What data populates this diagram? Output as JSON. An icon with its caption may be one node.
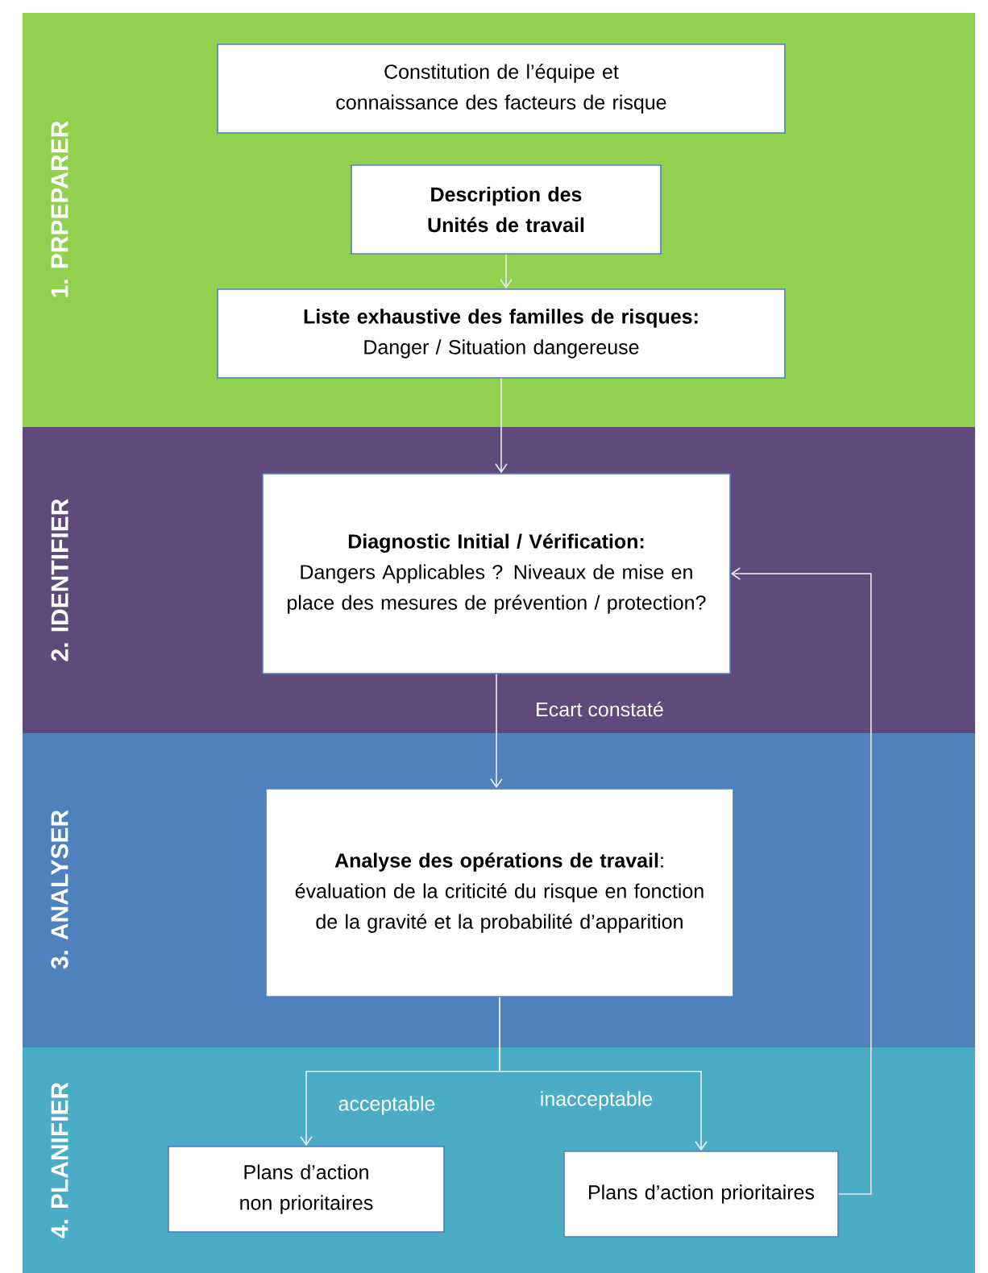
{
  "diagram": {
    "nodes": [
      {
        "text": [
          "1. PRPEPARER"
        ]
      },
      {
        "text": [
          "Constitution de l’équipe et connaissance des facteurs de risque"
        ],
        "in": 0
      },
      {
        "text": [
          "Description des Unités de travail"
        ],
        "in": 0
      },
      {
        "text": [
          "Liste exhaustive des familles de risques:",
          "Danger / Situation dangereuse"
        ],
        "in": 0
      },
      {
        "text": [
          "2. IDENTIFIER"
        ]
      },
      {
        "text": [
          "Diagnostic Initial / Vérification:",
          "Dangers Applicables ? Niveaux de mise en place des mesures de prévention / protection?"
        ],
        "in": 4
      },
      {
        "text": [
          "3. ANALYSER"
        ]
      },
      {
        "text": [
          "**Analyse des opérations de travail**:",
          "évaluation de la criticité du risque en fonction de la gravité et la probabilité d’apparition"
        ],
        "in": 6
      },
      {
        "text": [
          "4. PLANIFIER"
        ]
      },
      {
        "text": [
          "Plans d’action non prioritaires"
        ],
        "in": 8
      },
      {
        "text": [
          "Plans d’action prioritaires"
        ],
        "in": 8
      }
    ],
    "edges": [
      {
        "from": 2,
        "to": 3,
        "arrow": "to"
      },
      {
        "from": 3,
        "to": 5,
        "arrow": "to"
      },
      {
        "from": 5,
        "to": 7,
        "arrow": "to",
        "label": "Ecart constaté"
      },
      {
        "from": 7,
        "to": 9,
        "arrow": "to",
        "label": "acceptable"
      },
      {
        "from": 7,
        "to": 10,
        "arrow": "to",
        "label": "inacceptable"
      },
      {
        "from": 10,
        "to": 5,
        "arrow": "to"
      }
    ]
  }
}
